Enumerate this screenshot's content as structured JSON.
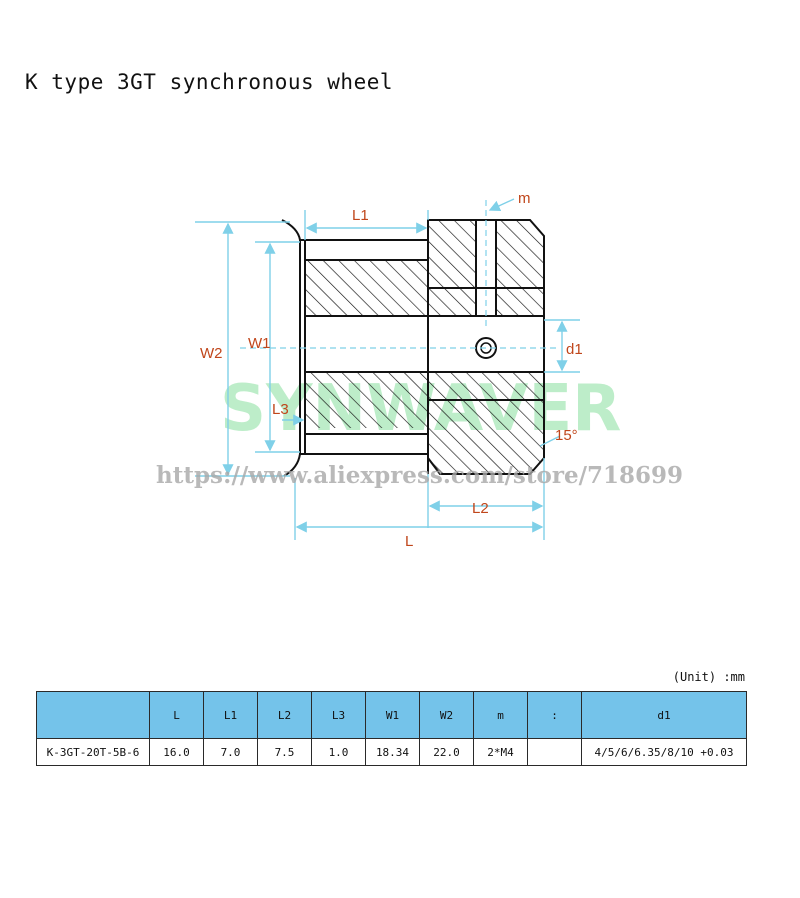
{
  "title": "K type 3GT synchronous wheel",
  "drawing": {
    "labels": {
      "L1": "L1",
      "m": "m",
      "W2": "W2",
      "W1": "W1",
      "d1": "d1",
      "L3": "L3",
      "angle": "15°",
      "L2": "L2",
      "L": "L"
    },
    "watermark": "SYNWAVER",
    "watermark_url": "https://www.aliexpress.com/store/718699",
    "colors": {
      "line": "#111111",
      "dimension": "#7fd0e8",
      "label": "#c0461b"
    }
  },
  "table": {
    "unit": "(Unit) :mm",
    "headers": [
      "",
      "L",
      "L1",
      "L2",
      "L3",
      "W1",
      "W2",
      "m",
      ":",
      "d1"
    ],
    "rows": [
      [
        "K-3GT-20T-5B-6",
        "16.0",
        "7.0",
        "7.5",
        "1.0",
        "18.34",
        "22.0",
        "2*M4",
        "",
        "4/5/6/6.35/8/10 +0.03"
      ]
    ],
    "header_color": "#74c3ea"
  }
}
